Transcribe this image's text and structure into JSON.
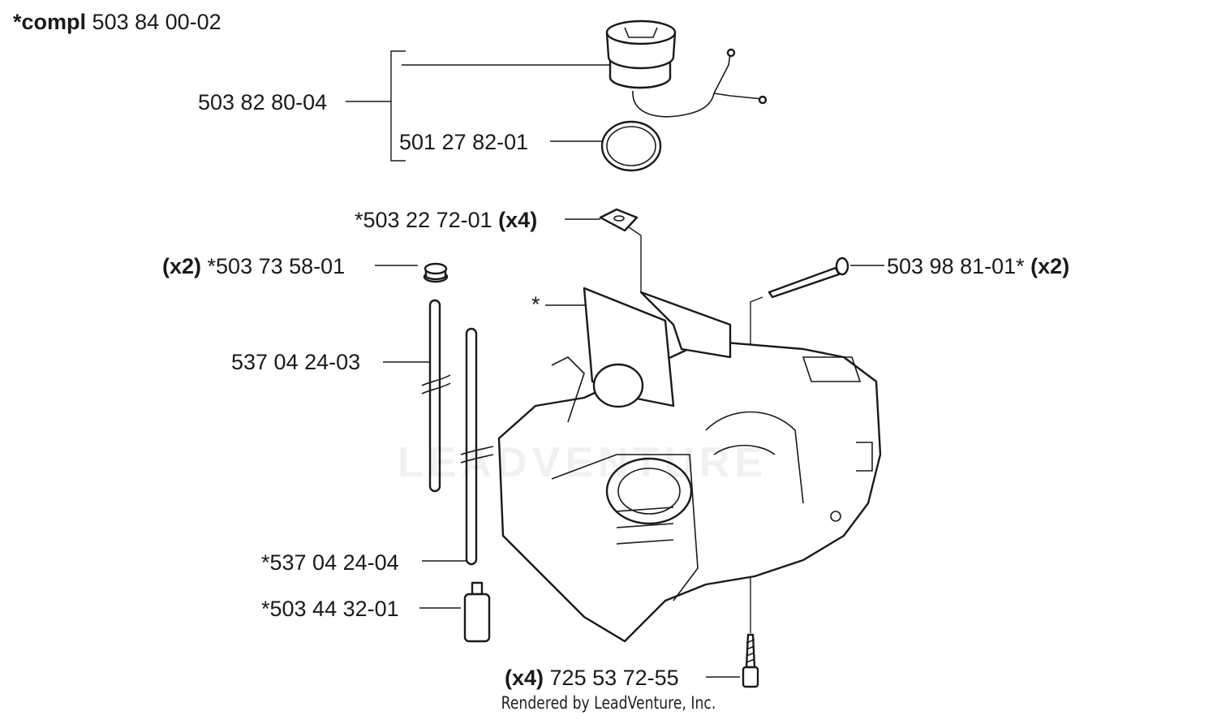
{
  "header": {
    "compl_prefix": "*compl",
    "compl_number": "503 84 00-02"
  },
  "parts": {
    "cap_assembly": "503 82 80-04",
    "o_ring": "501 27 82-01",
    "damper_plate": {
      "number": "*503 22 72-01",
      "qty": "(x4)"
    },
    "grommet": {
      "qty": "(x2)",
      "number": "*503 73 58-01"
    },
    "screw_long": {
      "number": "503 98 81-01*",
      "qty": "(x2)"
    },
    "tank_marker": "*",
    "fuel_hose": "537 04 24-03",
    "fuel_hose_2": "*537 04 24-04",
    "fuel_filter": "*503 44 32-01",
    "screw_bottom": {
      "qty": "(x4)",
      "number": "725 53 72-55"
    }
  },
  "watermark": "LEADVENTURE",
  "footer": "Rendered by LeadVenture, Inc."
}
